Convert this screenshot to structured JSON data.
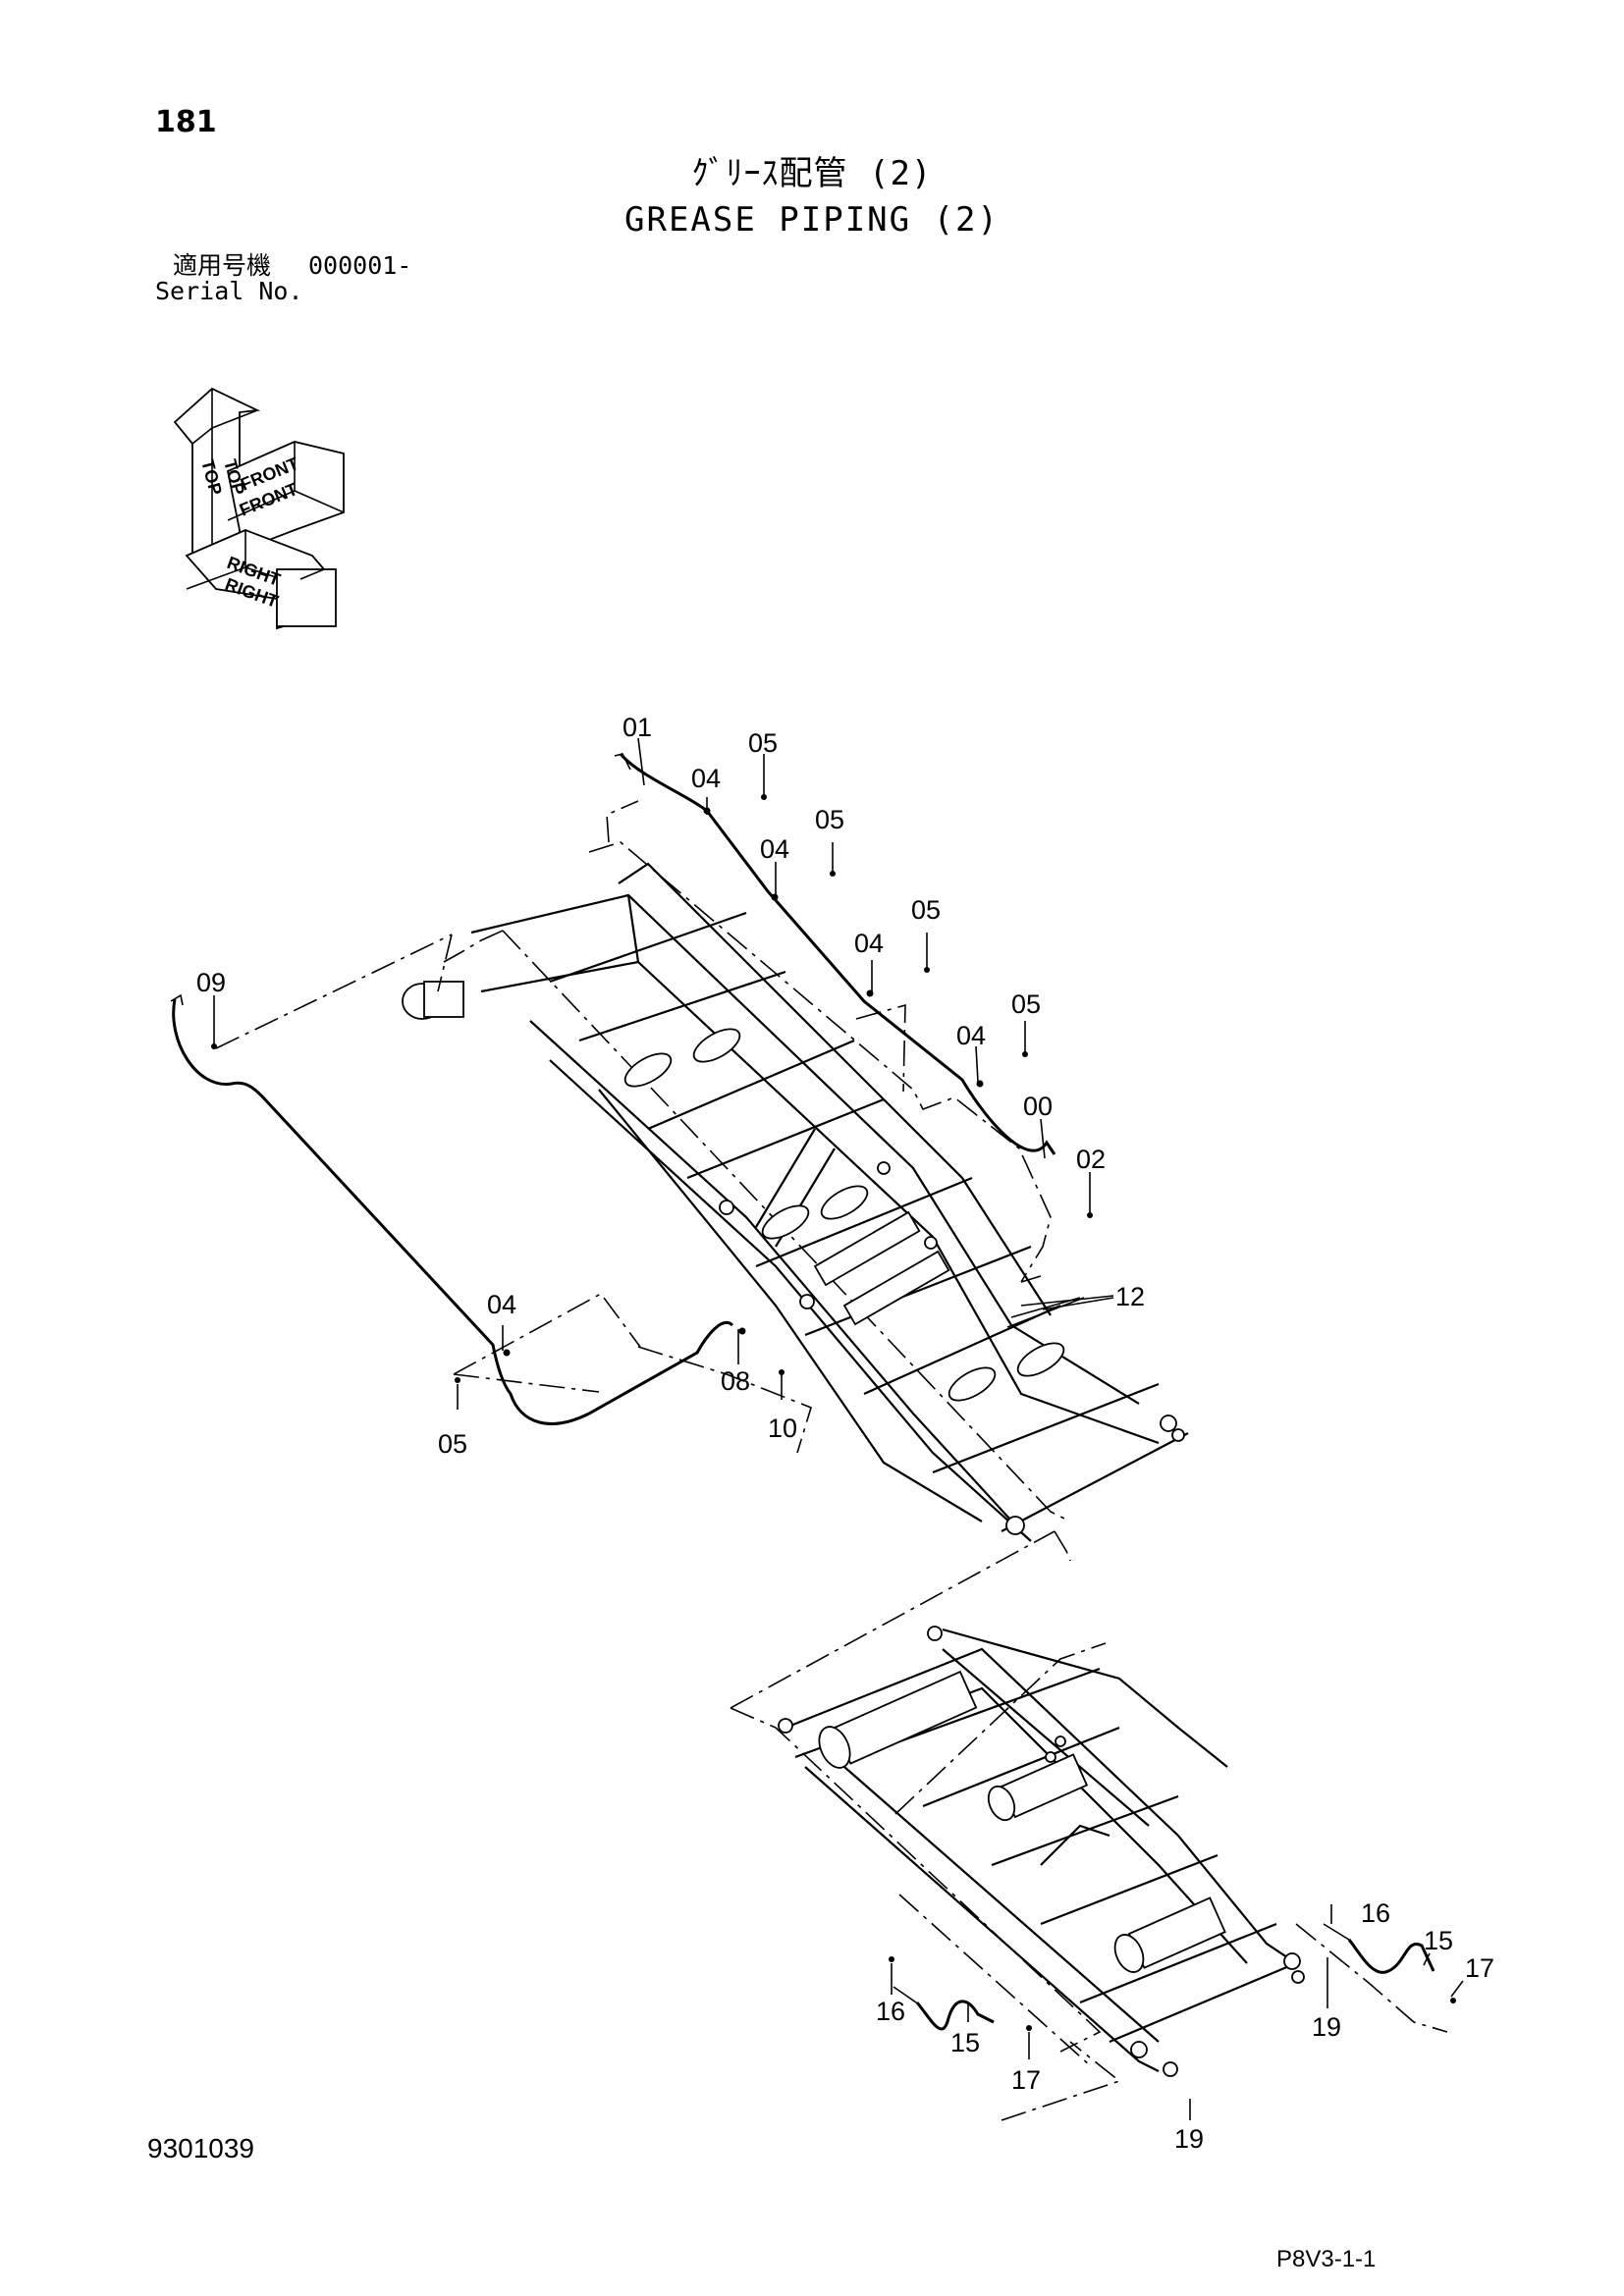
{
  "header": {
    "page_number": "181",
    "title_jp": "ｸﾞﾘｰｽ配管 (2)",
    "title_en": "GREASE PIPING (2)",
    "serial_label_jp": "適用号機",
    "serial_value": "000001-",
    "serial_label_en": "Serial No."
  },
  "orientation": {
    "top_label": "TOP",
    "front_label": "FRONT",
    "right_label": "RIGHT"
  },
  "callouts": {
    "c01": "01",
    "c04_a": "04",
    "c05_a": "05",
    "c05_b": "05",
    "c04_b": "04",
    "c05_c": "05",
    "c04_c": "04",
    "c05_d": "05",
    "c04_d": "04",
    "c00": "00",
    "c02": "02",
    "c09": "09",
    "c12": "12",
    "c04_e": "04",
    "c05_e": "05",
    "c08": "08",
    "c10": "10",
    "c16_a": "16",
    "c15_a": "15",
    "c17_a": "17",
    "c16_b": "16",
    "c15_b": "15",
    "c17_b": "17",
    "c19_a": "19",
    "c19_b": "19"
  },
  "footer": {
    "doc_code": "9301039",
    "page_code": "P8V3-1-1"
  }
}
